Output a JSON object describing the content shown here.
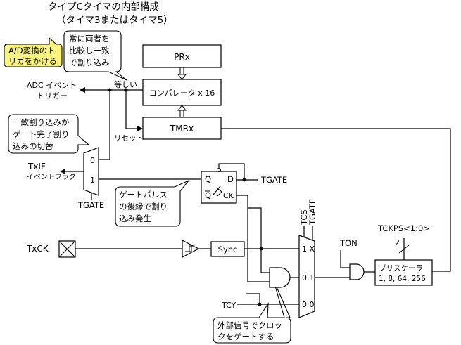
{
  "title": {
    "line1": "タイプCタイマの内部構成",
    "line2": "（タイマ3またはタイマ5）"
  },
  "note": {
    "line1": "A/D変換のト",
    "line2": "リガをかける"
  },
  "callouts": {
    "compare": [
      "常に両者を",
      "比較し一致",
      "で割り込み"
    ],
    "irq_select": [
      "一致割り込みか",
      "ゲート完了割り",
      "込みの切替"
    ],
    "gate_pulse": [
      "ゲートパルス",
      "の後縁で割り",
      "込み発生"
    ],
    "external": [
      "外部信号でクロッ",
      "クをゲートする"
    ]
  },
  "blocks": {
    "prx": "PRx",
    "comparator": "コンパレータ x 16",
    "tmrx": "TMRx",
    "sync": "Sync",
    "prescaler_line1": "プリスケーラ",
    "prescaler_line2": "1, 8, 64, 256"
  },
  "labels": {
    "adc_line1": "ADC イベント",
    "adc_line2": "トリガー",
    "equal": "等しい",
    "reset": "リセット",
    "txif": "TxIF",
    "event_flag": "イベントフラグ",
    "mux_0": "0",
    "mux_1": "1",
    "tgate_mux": "TGATE",
    "ff_q": "Q",
    "ff_d": "D",
    "ff_qbar": "Q",
    "ff_ck": "CK",
    "tgate_ff": "TGATE",
    "txck": "TxCK",
    "tcs": "TCS",
    "tgate_top": "TGATE",
    "sel_1x": "1 X",
    "sel_01": "0 1",
    "sel_00": "0 0",
    "tcy": "TCY",
    "ton": "TON",
    "tckps": "TCKPS<1:0>",
    "tckps_bits": "2"
  }
}
